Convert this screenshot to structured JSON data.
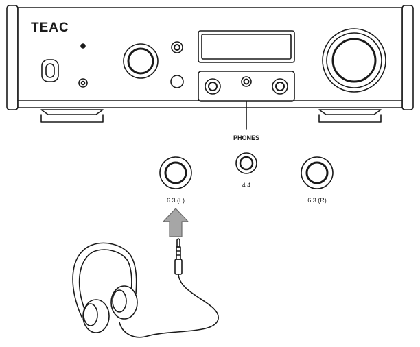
{
  "device": {
    "brand": "TEAC"
  },
  "labels": {
    "phones": "PHONES",
    "jack_balanced": "4.4",
    "jack_left": "6.3 (L)",
    "jack_right": "6.3 (R)"
  },
  "colors": {
    "line": "#1a1a1a",
    "arrow_fill": "#a6a6a6",
    "panel_fill": "#ffffff"
  }
}
